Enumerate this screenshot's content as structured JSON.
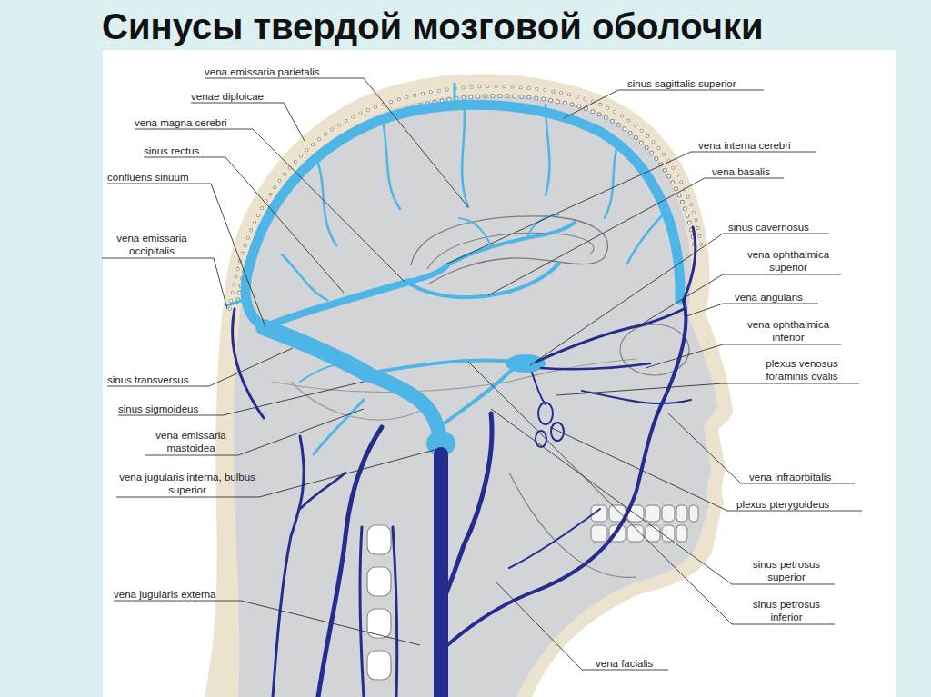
{
  "diagram": {
    "title": "Синусы твердой мозговой оболочки",
    "labels": [
      "vena emissaria parietalis",
      "venae diploicae",
      "vena magna cerebri",
      "sinus rectus",
      "confluens sinuum",
      "vena emissaria occipitalis",
      "sinus transversus",
      "sinus sigmoideus",
      "vena emissaria mastoidea",
      "vena jugularis interna, bulbus superior",
      "vena jugularis externa",
      "sinus sagittalis superior",
      "vena interna cerebri",
      "vena basalis",
      "sinus cavernosus",
      "vena ophthalmica superior",
      "vena angularis",
      "vena ophthalmica inferior",
      "plexus venosus foraminis ovalis",
      "vena infraorbitalis",
      "plexus pterygoideus",
      "sinus petrosus superior",
      "sinus petrosus inferior",
      "vena facialis"
    ]
  }
}
